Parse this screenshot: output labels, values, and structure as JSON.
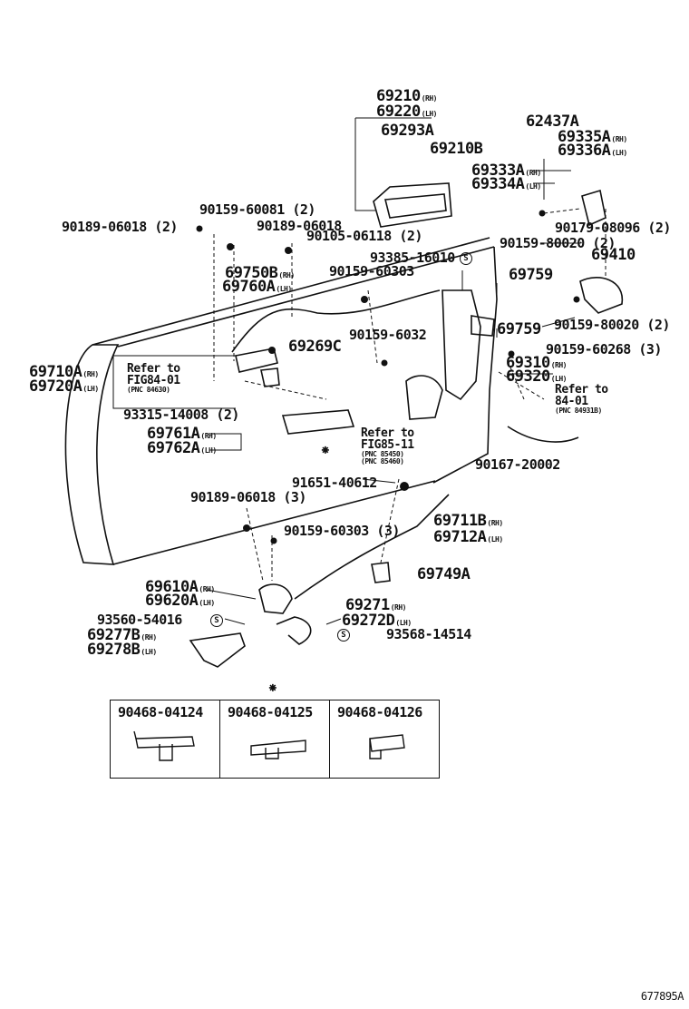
{
  "parts": [
    {
      "id": "p69210",
      "number": "69210",
      "suffix": "(RH)"
    },
    {
      "id": "p69220",
      "number": "69220",
      "suffix": "(LH)"
    },
    {
      "id": "p69293A",
      "number": "69293A",
      "suffix": ""
    },
    {
      "id": "p69210B",
      "number": "69210B",
      "suffix": ""
    },
    {
      "id": "p62437A",
      "number": "62437A",
      "suffix": ""
    },
    {
      "id": "p69335A",
      "number": "69335A",
      "suffix": "(RH)"
    },
    {
      "id": "p69336A",
      "number": "69336A",
      "suffix": "(LH)"
    },
    {
      "id": "p69333A",
      "number": "69333A",
      "suffix": "(RH)"
    },
    {
      "id": "p69334A",
      "number": "69334A",
      "suffix": "(LH)"
    },
    {
      "id": "p90159_60081",
      "number": "90159-60081 (2)",
      "suffix": ""
    },
    {
      "id": "p90189_06018_2",
      "number": "90189-06018 (2)",
      "suffix": ""
    },
    {
      "id": "p90189_06018",
      "number": "90189-06018",
      "suffix": ""
    },
    {
      "id": "p90105_06118",
      "number": "90105-06118 (2)",
      "suffix": ""
    },
    {
      "id": "p90179_08096",
      "number": "90179-08096 (2)",
      "suffix": ""
    },
    {
      "id": "p90159_80020_a",
      "number": "90159-80020 (2)",
      "suffix": ""
    },
    {
      "id": "p69410",
      "number": "69410",
      "suffix": ""
    },
    {
      "id": "p93385_16010",
      "number": "93385-16010",
      "suffix": ""
    },
    {
      "id": "p69750B",
      "number": "69750B",
      "suffix": "(RH)"
    },
    {
      "id": "p90159_60303_a",
      "number": "90159-60303",
      "suffix": ""
    },
    {
      "id": "p69760A",
      "number": "69760A",
      "suffix": "(LH)"
    },
    {
      "id": "p69759_a",
      "number": "69759",
      "suffix": ""
    },
    {
      "id": "p69759_b",
      "number": "69759",
      "suffix": ""
    },
    {
      "id": "p90159_80020_b",
      "number": "90159-80020 (2)",
      "suffix": ""
    },
    {
      "id": "p69269C",
      "number": "69269C",
      "suffix": ""
    },
    {
      "id": "p90159_6032",
      "number": "90159-6032",
      "suffix": ""
    },
    {
      "id": "p90159_60268",
      "number": "90159-60268 (3)",
      "suffix": ""
    },
    {
      "id": "p69710A",
      "number": "69710A",
      "suffix": "(RH)"
    },
    {
      "id": "p69720A",
      "number": "69720A",
      "suffix": "(LH)"
    },
    {
      "id": "p69310",
      "number": "69310",
      "suffix": "(RH)"
    },
    {
      "id": "p69320",
      "number": "69320",
      "suffix": "(LH)"
    },
    {
      "id": "p93315_14008",
      "number": "93315-14008 (2)",
      "suffix": ""
    },
    {
      "id": "p69761A",
      "number": "69761A",
      "suffix": "(RH)"
    },
    {
      "id": "p69762A",
      "number": "69762A",
      "suffix": "(LH)"
    },
    {
      "id": "p90167_20002",
      "number": "90167-20002",
      "suffix": ""
    },
    {
      "id": "p91651_40612",
      "number": "91651-40612",
      "suffix": ""
    },
    {
      "id": "p90189_06018_3",
      "number": "90189-06018 (3)",
      "suffix": ""
    },
    {
      "id": "p69711B",
      "number": "69711B",
      "suffix": "(RH)"
    },
    {
      "id": "p90159_60303_3",
      "number": "90159-60303 (3)",
      "suffix": ""
    },
    {
      "id": "p69712A",
      "number": "69712A",
      "suffix": "(LH)"
    },
    {
      "id": "p69749A",
      "number": "69749A",
      "suffix": ""
    },
    {
      "id": "p69610A",
      "number": "69610A",
      "suffix": "(RH)"
    },
    {
      "id": "p69620A",
      "number": "69620A",
      "suffix": "(LH)"
    },
    {
      "id": "p69271",
      "number": "69271",
      "suffix": "(RH)"
    },
    {
      "id": "p69272D",
      "number": "69272D",
      "suffix": "(LH)"
    },
    {
      "id": "p93560_54016",
      "number": "93560-54016",
      "suffix": ""
    },
    {
      "id": "p93568_14514",
      "number": "93568-14514",
      "suffix": ""
    },
    {
      "id": "p69277B",
      "number": "69277B",
      "suffix": "(RH)"
    },
    {
      "id": "p69278B",
      "number": "69278B",
      "suffix": "(LH)"
    }
  ],
  "references": [
    {
      "id": "ref1",
      "line1": "Refer to",
      "line2": "FIG",
      "fig": "84-01",
      "pnc": "(PNC 84630)"
    },
    {
      "id": "ref2",
      "line1": "Refer to",
      "line2": "",
      "fig": "84-01",
      "pnc": "(PNC 84931B)"
    },
    {
      "id": "ref3",
      "line1": "Refer to",
      "line2": "FIG",
      "fig": "85-11",
      "pnc": "(PNC 85450)",
      "pnc2": "(PNC 85460)"
    }
  ],
  "symbols": {
    "asterisk": "⁕",
    "s_mark": "S"
  },
  "clip_table": [
    {
      "number": "90468-04124"
    },
    {
      "number": "90468-04125"
    },
    {
      "number": "90468-04126"
    }
  ],
  "figure_code": "677895A"
}
